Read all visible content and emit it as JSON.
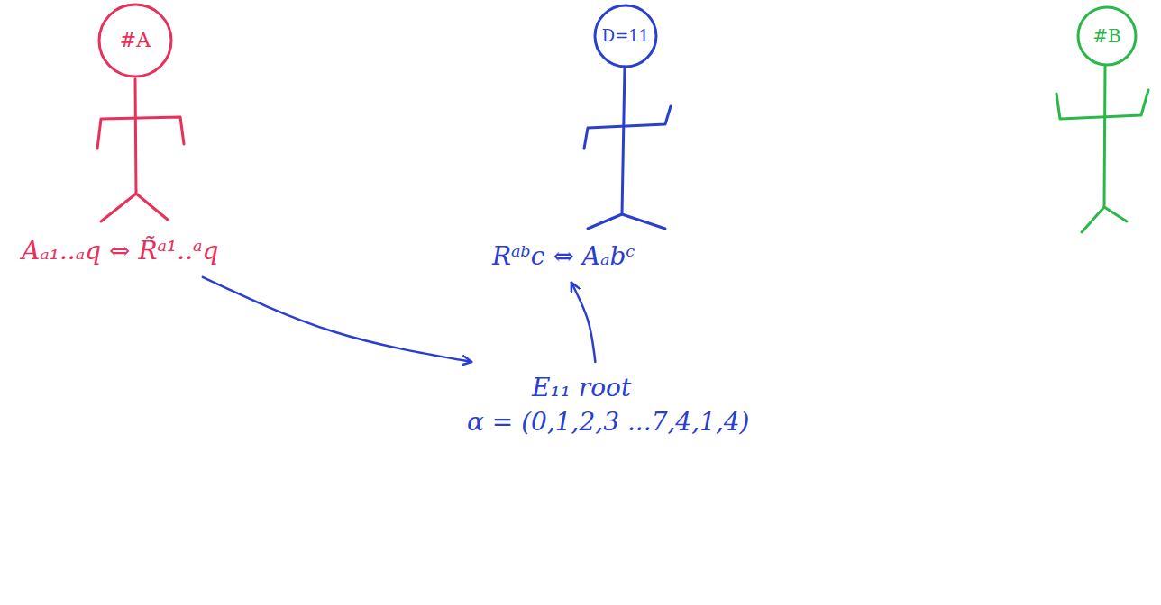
{
  "diagram": {
    "nodes": [
      {
        "text": [
          "#A"
        ]
      },
      {
        "text": [
          "D=11"
        ]
      },
      {
        "text": [
          "#B"
        ]
      },
      {
        "text": [
          "Aₐ₁..ₐq ⇔ R̃ᵃ¹..ᵃq"
        ]
      },
      {
        "text": [
          "Rᵃᵇc ⇔ Aₐbᶜ"
        ]
      },
      {
        "text": [
          "E₁₁ root",
          "α = (0,1,2,3 ...7,4,1,4)"
        ]
      }
    ],
    "edges": [
      {
        "from": 3,
        "to": 5,
        "arrow": "to"
      },
      {
        "from": 5,
        "to": 4,
        "arrow": "to"
      }
    ]
  }
}
